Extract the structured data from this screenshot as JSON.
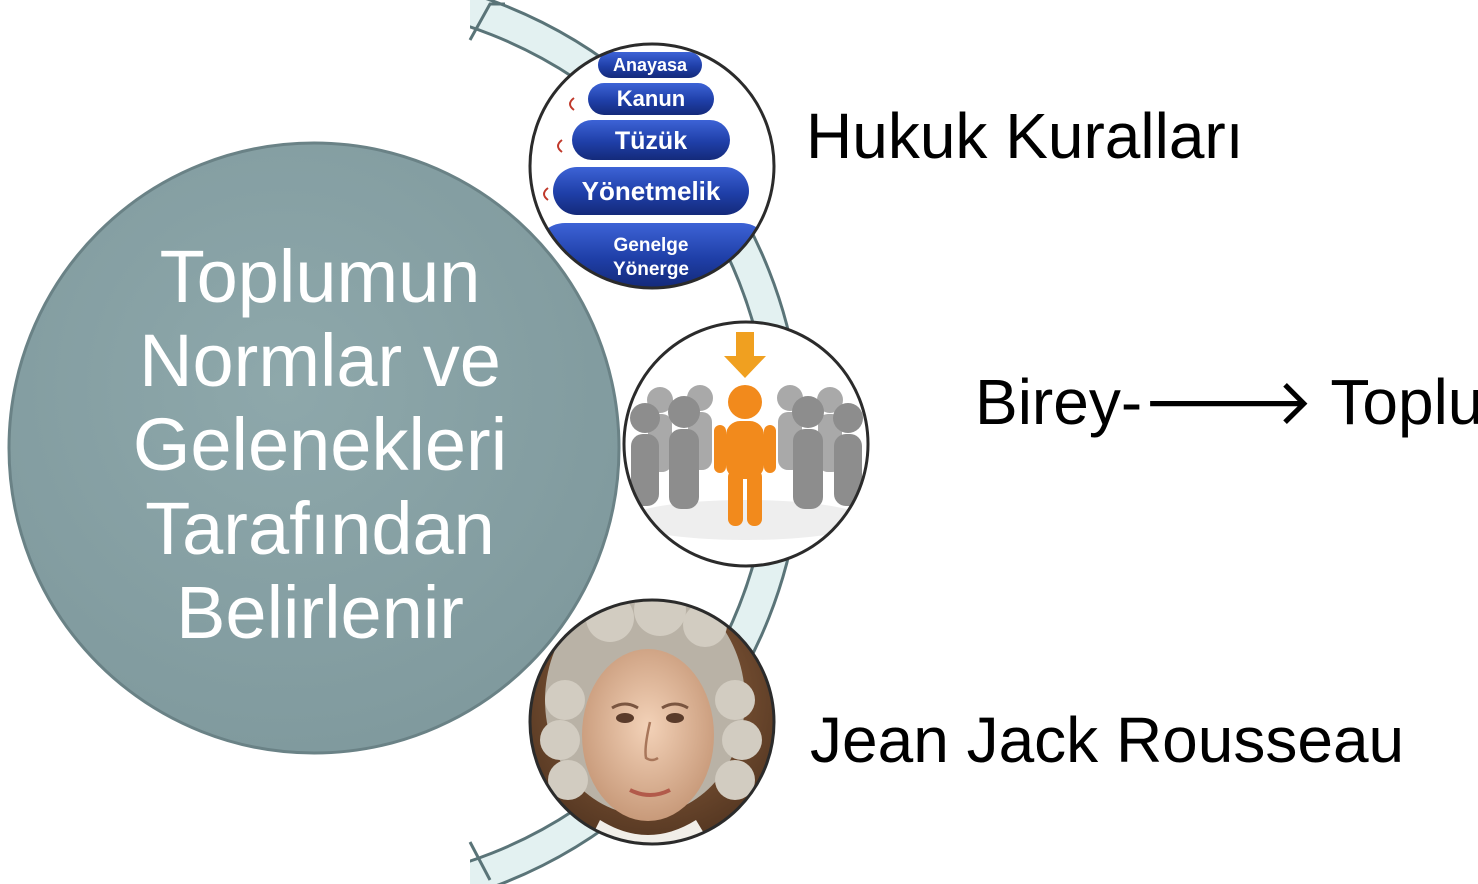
{
  "center": {
    "lines": [
      "Toplumun",
      "Normlar ve",
      "Gelenekleri",
      "Tarafından",
      "Belirlenir"
    ]
  },
  "items": [
    {
      "label": "Hukuk Kuralları",
      "icon": "law-hierarchy-icon",
      "pills": [
        "Anayasa",
        "Kanun",
        "Tüzük",
        "Yönetmelik",
        "Genelge",
        "Yönerge"
      ]
    },
    {
      "label": "Birey-🡒 Toplum",
      "icon": "individual-in-crowd-icon"
    },
    {
      "label": "Jean Jack Rousseau",
      "icon": "portrait-icon"
    }
  ],
  "colors": {
    "center_fill": "#86a0a4",
    "arc_fill": "#e3f1f1",
    "arc_stroke": "#5a7478",
    "pill_blue": "#1f3fa8",
    "person_orange": "#f28a1c",
    "person_gray": "#8d8d8d"
  }
}
